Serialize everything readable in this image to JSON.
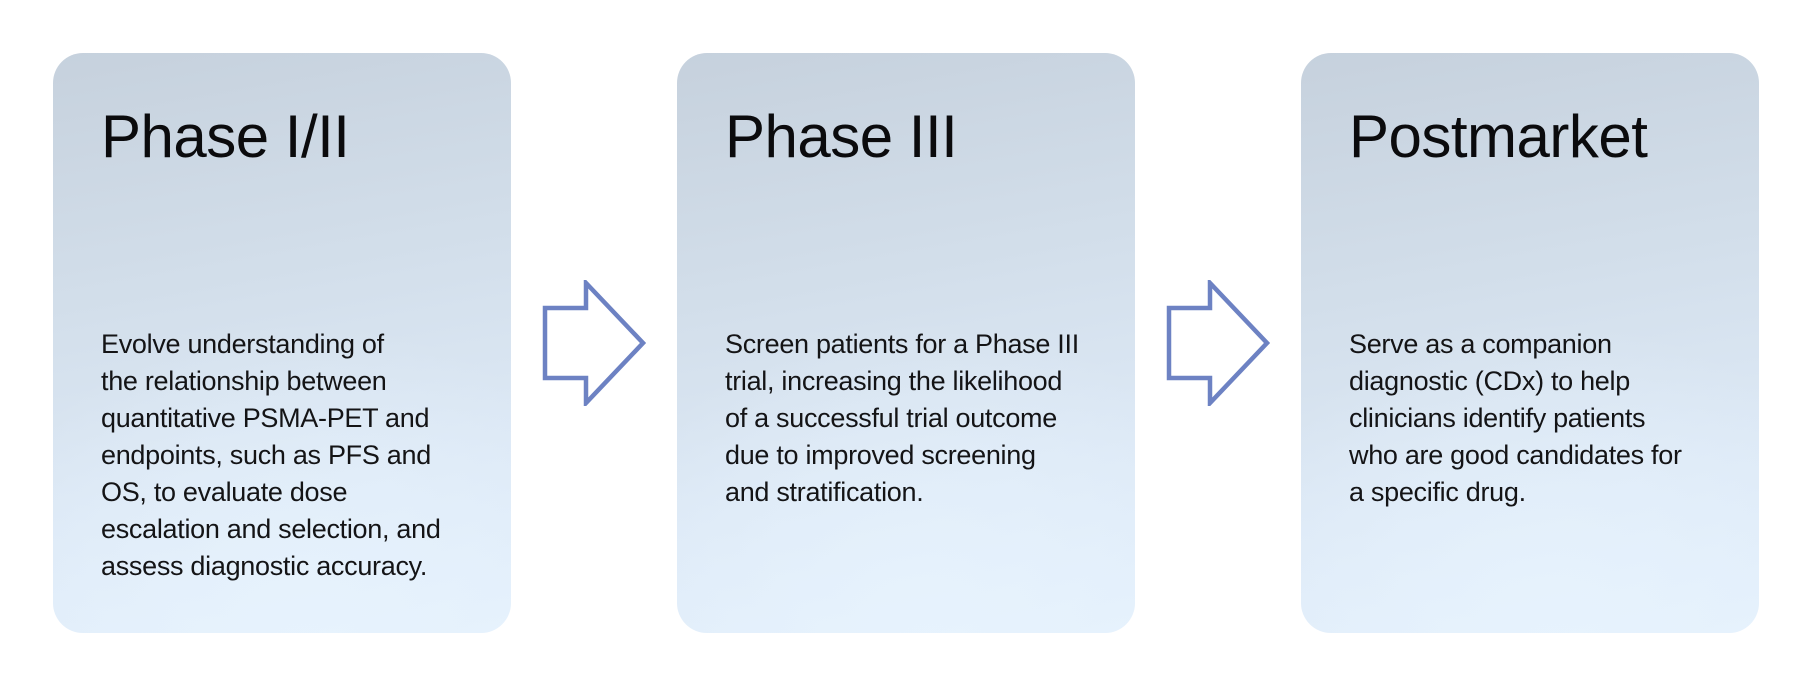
{
  "page": {
    "background_color": "#ffffff"
  },
  "diagram": {
    "type": "process-flow",
    "stages": [
      {
        "title": "Phase I/II",
        "lines": [
          "Evolve understanding of",
          "the relationship between",
          "quantitative PSMA-PET and",
          "endpoints, such as PFS and",
          "OS, to evaluate dose",
          "escalation and selection, and",
          "assess diagnostic accuracy."
        ]
      },
      {
        "title": "Phase III",
        "lines": [
          "Screen patients for a Phase III",
          "trial, increasing the likelihood",
          "of a successful trial outcome",
          "due to improved screening",
          "and stratification."
        ]
      },
      {
        "title": "Postmarket",
        "lines": [
          "Serve as a companion",
          "diagnostic (CDx) to help",
          "clinicians identify patients",
          "who are good candidates for",
          "a specific drug."
        ]
      }
    ],
    "connectors": [
      {
        "type": "right-arrow"
      },
      {
        "type": "right-arrow"
      }
    ],
    "colors": {
      "arrow_stroke": "#6d82c3",
      "arrow_fill": "#ffffff",
      "card_gradient_top": "#c6d1dd",
      "card_gradient_bottom": "#e4f0fc",
      "title_text": "#0b0b0d",
      "body_text": "#141416"
    }
  }
}
